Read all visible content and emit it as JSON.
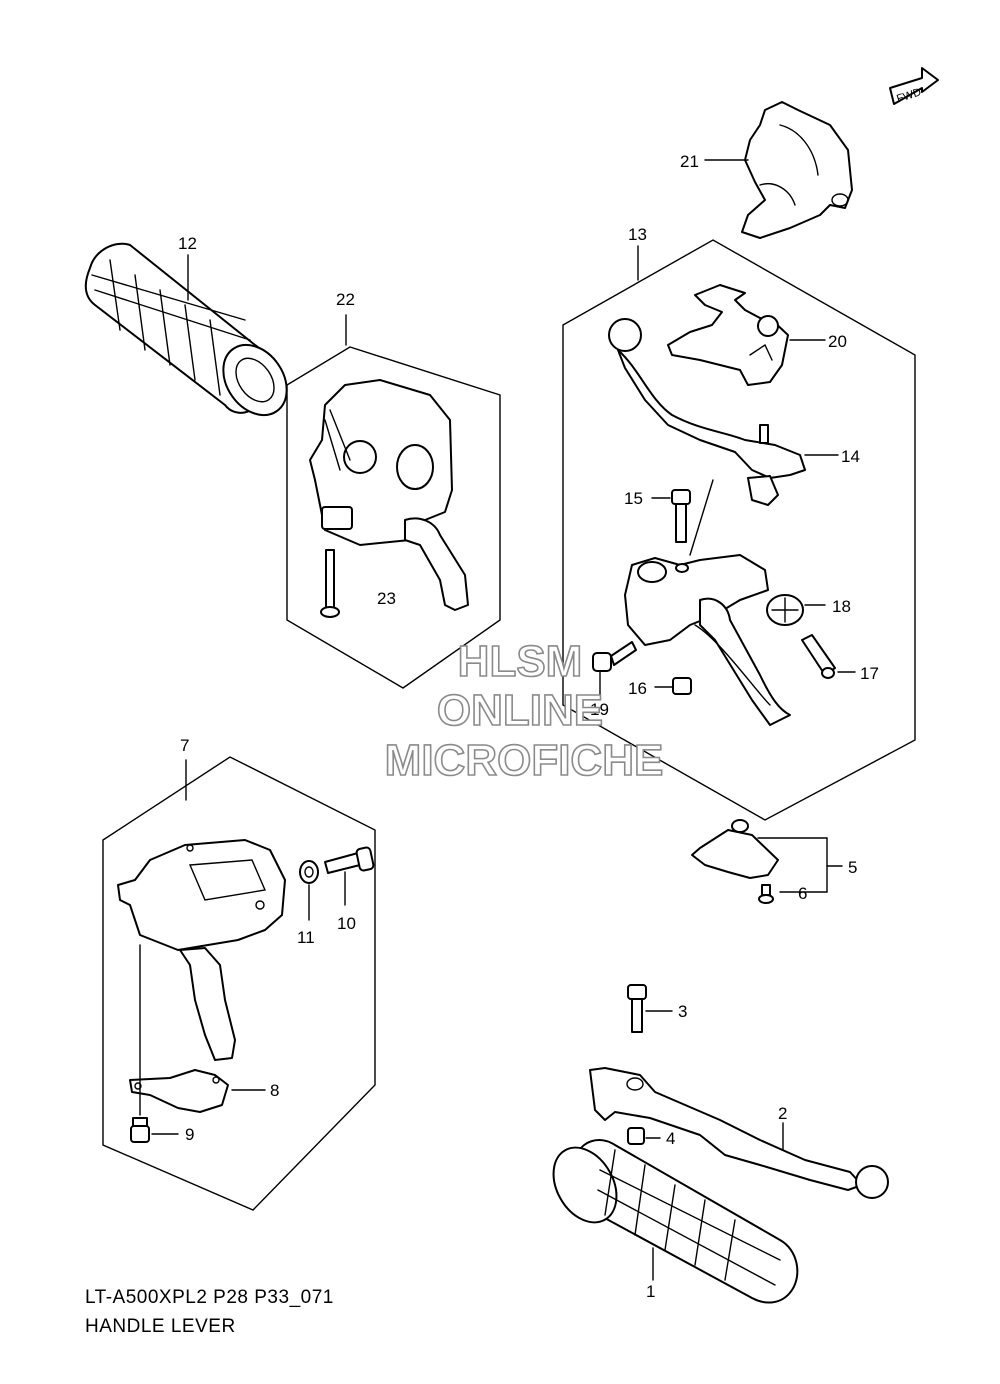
{
  "labels": {
    "p1": "1",
    "p2": "2",
    "p3": "3",
    "p4": "4",
    "p5": "5",
    "p6": "6",
    "p7": "7",
    "p8": "8",
    "p9": "9",
    "p10": "10",
    "p11": "11",
    "p12": "12",
    "p13": "13",
    "p14": "14",
    "p15": "15",
    "p16": "16",
    "p17": "17",
    "p18": "18",
    "p19": "19",
    "p20": "20",
    "p21": "21",
    "p22": "22",
    "p23": "23"
  },
  "caption": {
    "code": "LT-A500XPL2 P28 P33_071",
    "title": "HANDLE LEVER"
  },
  "watermark": {
    "line1": "HLSM",
    "line2": "ONLINE",
    "line3": "MICROFICHE"
  },
  "fwd_badge": "FWD",
  "colors": {
    "ink": "#000000",
    "watermark_outline": "#8a8a8a",
    "background": "#ffffff"
  }
}
